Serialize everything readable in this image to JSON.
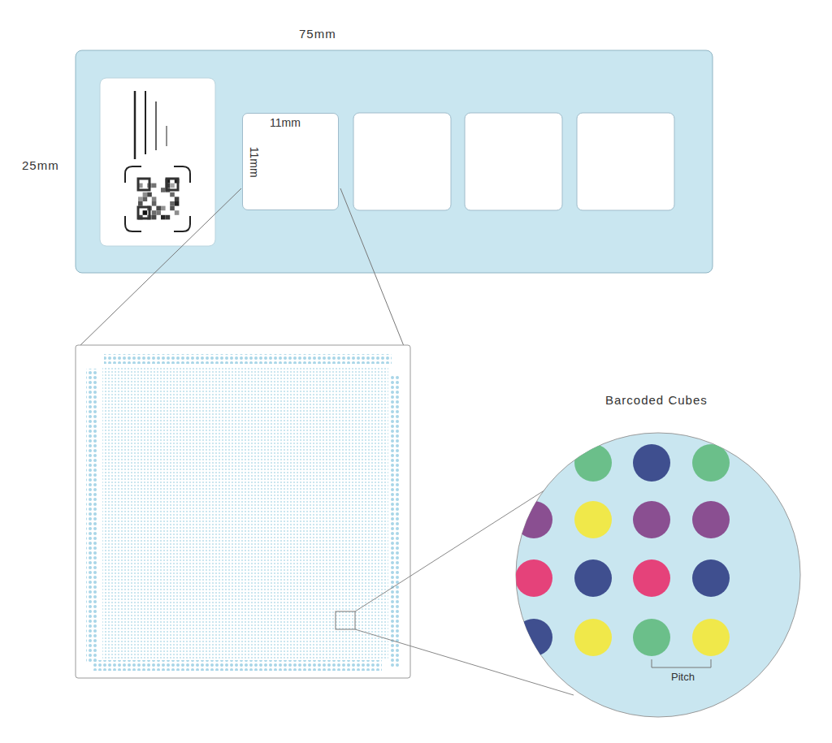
{
  "diagram": {
    "nodes": [
      {
        "text": [
          "11mm",
          "11mm"
        ]
      },
      {
        "text": [
          "Barcoded Cubes",
          "Pitch"
        ]
      }
    ],
    "labels": [
      "75mm",
      "25mm"
    ]
  }
}
